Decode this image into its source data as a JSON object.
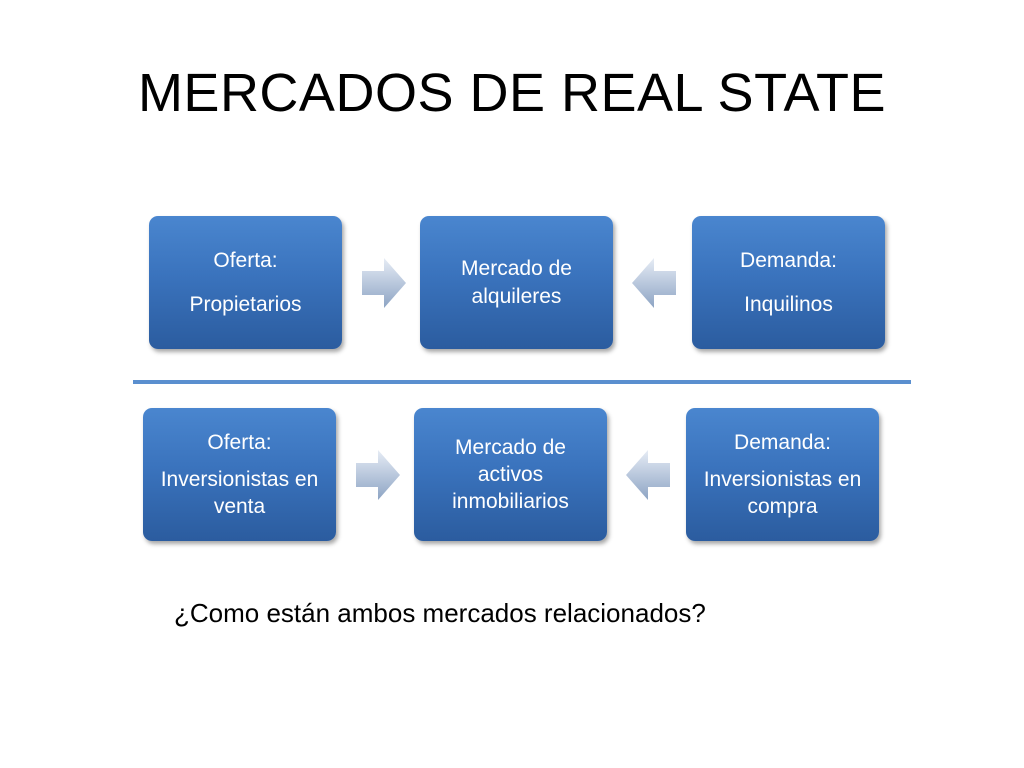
{
  "title": "MERCADOS DE REAL STATE",
  "rows": [
    {
      "supply": {
        "heading": "Oferta:",
        "text": [
          "Propietarios"
        ]
      },
      "market": {
        "text": [
          "Mercado de",
          "alquileres"
        ]
      },
      "demand": {
        "heading": "Demanda:",
        "text": [
          "Inquilinos"
        ]
      }
    },
    {
      "supply": {
        "heading": "Oferta:",
        "text": [
          "Inversionistas en",
          "venta"
        ]
      },
      "market": {
        "text": [
          "Mercado de",
          "activos",
          "inmobiliarios"
        ]
      },
      "demand": {
        "heading": "Demanda:",
        "text": [
          "Inversionistas en",
          "compra"
        ]
      }
    }
  ],
  "question": "¿Como están ambos mercados relacionados?",
  "colors": {
    "box_top": "#4a86cf",
    "box_bottom": "#2b5c9f",
    "arrow_light": "#dfe7f2",
    "arrow_dark": "#7f98bb",
    "divider": "#5a8fcf"
  }
}
